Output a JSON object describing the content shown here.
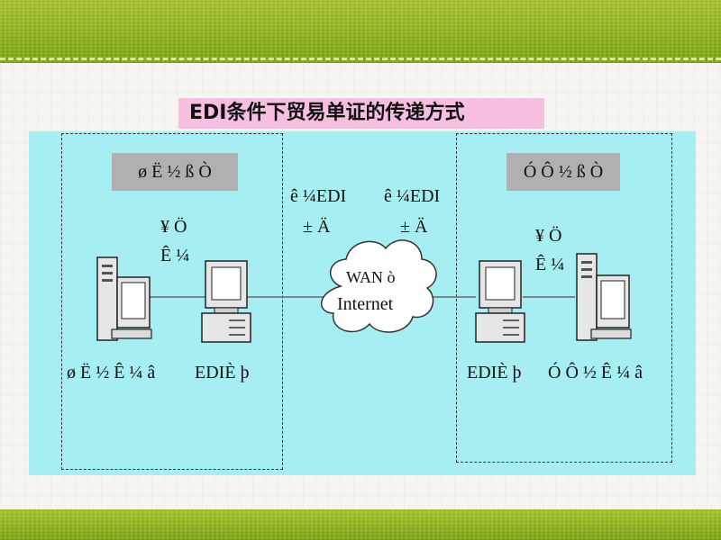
{
  "title": "EDI条件下贸易单证的传递方式",
  "left": {
    "header": "ø Ë ½ ß Ò",
    "label_top_1": "¥ Ö",
    "label_top_2": "Ê ¼",
    "footer_left": "ø Ë ½ Ê ¼ â",
    "footer_right": "EDIÈ þ"
  },
  "center": {
    "label_left_1": "ê ¼EDI",
    "label_left_2": "± Ä",
    "label_right_1": "ê ¼EDI",
    "label_right_2": "± Ä",
    "cloud_line1": "WAN ò",
    "cloud_line2": "Internet"
  },
  "right": {
    "header": "Ó Ô ½ ß Ò",
    "label_top_1": "¥ Ö",
    "label_top_2": "Ê ¼",
    "footer_left": "EDIÈ þ",
    "footer_right": "Ó Ô ½ Ê ¼ â"
  }
}
